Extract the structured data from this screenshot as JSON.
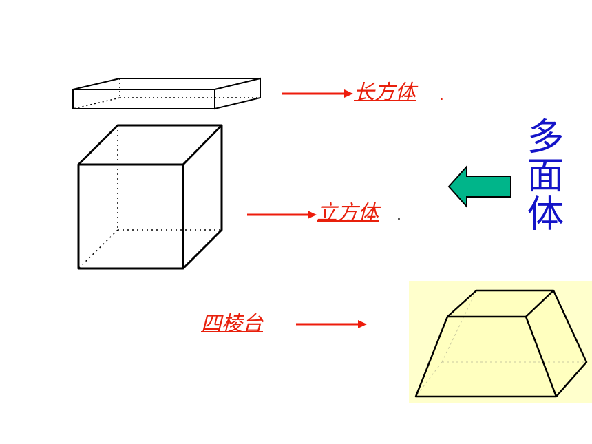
{
  "labels": {
    "cuboid": "长方体",
    "cuboid_suffix": ".",
    "cube": "立方体",
    "cube_suffix": ".",
    "frustum": "四棱台",
    "category": "多面体"
  },
  "colors": {
    "label": "#e8200c",
    "arrow": "#ee1c0c",
    "category_text": "#1414c8",
    "big_arrow_fill": "#00b58a",
    "big_arrow_stroke": "#000000",
    "frustum_panel": "#ffffcc",
    "frustum_fill": "#ffffbf",
    "line": "#000000"
  }
}
